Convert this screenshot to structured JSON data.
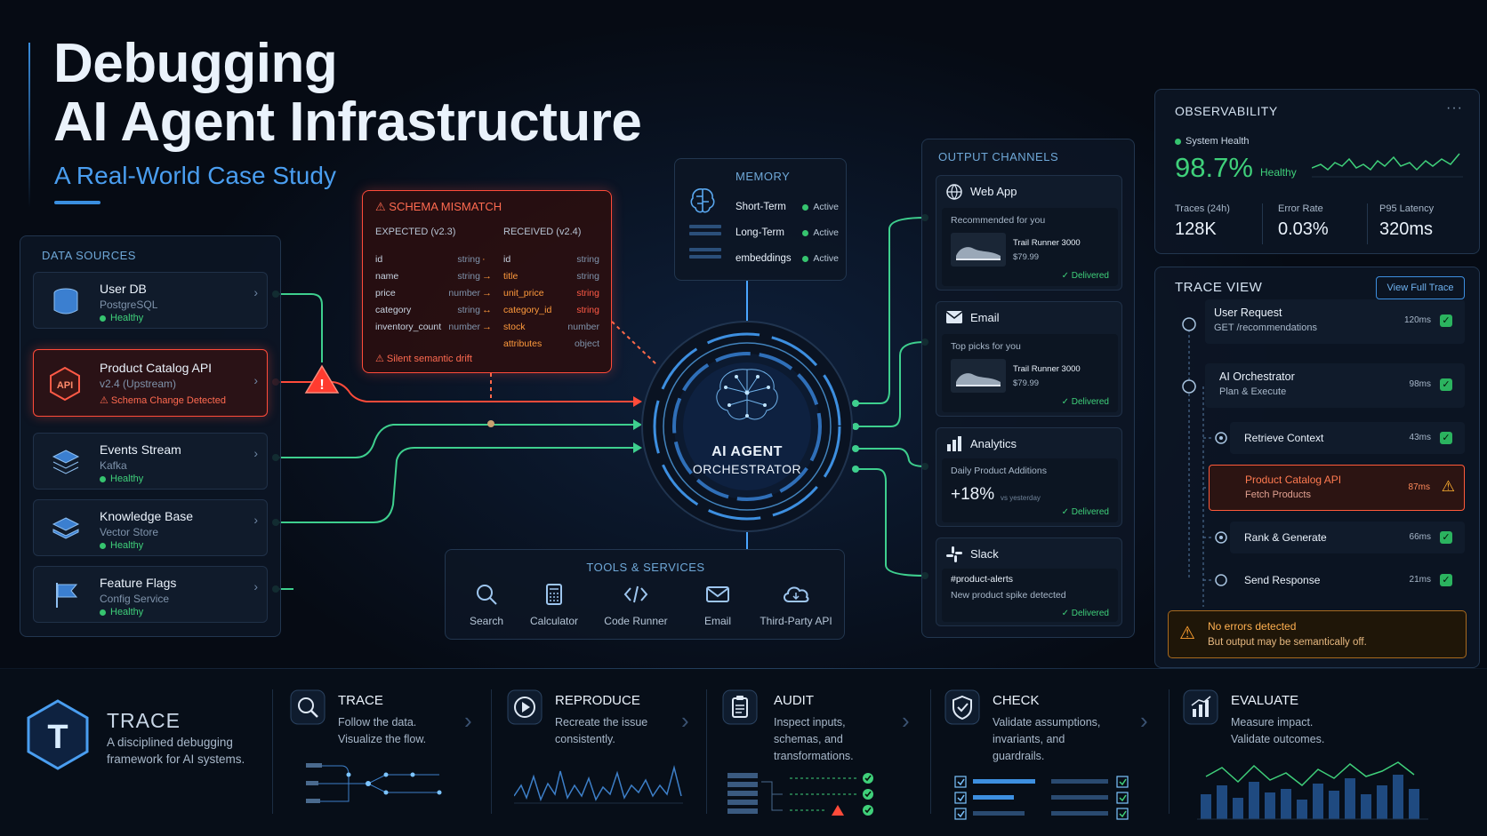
{
  "header": {
    "title_line1": "Debugging",
    "title_line2": "AI Agent Infrastructure",
    "subtitle": "A Real-World Case Study"
  },
  "data_sources": {
    "title": "DATA SOURCES",
    "items": [
      {
        "name": "User DB",
        "type": "PostgreSQL",
        "status": "Healthy"
      },
      {
        "name": "Product Catalog API",
        "type": "v2.4 (Upstream)",
        "status": "Schema Change Detected",
        "icon_label": "API"
      },
      {
        "name": "Events Stream",
        "type": "Kafka",
        "status": "Healthy"
      },
      {
        "name": "Knowledge Base",
        "type": "Vector Store",
        "status": "Healthy"
      },
      {
        "name": "Feature Flags",
        "type": "Config Service",
        "status": "Healthy"
      }
    ]
  },
  "schema": {
    "title": "SCHEMA MISMATCH",
    "expected_header": "EXPECTED (v2.3)",
    "received_header": "RECEIVED (v2.4)",
    "expected": [
      {
        "field": "id",
        "type": "string"
      },
      {
        "field": "name",
        "type": "string"
      },
      {
        "field": "price",
        "type": "number"
      },
      {
        "field": "category",
        "type": "string"
      },
      {
        "field": "inventory_count",
        "type": "number"
      }
    ],
    "received": [
      {
        "field": "id",
        "type": "string"
      },
      {
        "field": "title",
        "type": "string"
      },
      {
        "field": "unit_price",
        "type": "string"
      },
      {
        "field": "category_id",
        "type": "string"
      },
      {
        "field": "stock",
        "type": "number"
      },
      {
        "field": "attributes",
        "type": "object"
      }
    ],
    "footer": "Silent semantic drift"
  },
  "memory": {
    "title": "MEMORY",
    "items": [
      {
        "label": "Short-Term",
        "status": "Active"
      },
      {
        "label": "Long-Term",
        "status": "Active"
      },
      {
        "label": "embeddings",
        "status": "Active"
      }
    ]
  },
  "orchestrator": {
    "line1": "AI AGENT",
    "line2": "ORCHESTRATOR"
  },
  "tools": {
    "title": "TOOLS & SERVICES",
    "items": [
      {
        "label": "Search",
        "icon": "search-icon"
      },
      {
        "label": "Calculator",
        "icon": "calculator-icon"
      },
      {
        "label": "Code Runner",
        "icon": "code-icon"
      },
      {
        "label": "Email",
        "icon": "mail-icon"
      },
      {
        "label": "Third-Party API",
        "icon": "cloud-icon"
      }
    ]
  },
  "output": {
    "title": "OUTPUT CHANNELS",
    "web": {
      "name": "Web App",
      "sub": "Recommended for you",
      "product": "Trail Runner 3000",
      "price": "$79.99",
      "status": "Delivered"
    },
    "email": {
      "name": "Email",
      "sub": "Top picks for you",
      "product": "Trail Runner 3000",
      "price": "$79.99",
      "status": "Delivered"
    },
    "analytics": {
      "name": "Analytics",
      "sub": "Daily Product Additions",
      "value": "+18%",
      "note": "vs yesterday",
      "status": "Delivered"
    },
    "slack": {
      "name": "Slack",
      "channel": "#product-alerts",
      "message": "New product spike detected",
      "status": "Delivered"
    }
  },
  "observability": {
    "title": "OBSERVABILITY",
    "menu": "···",
    "health_label": "System Health",
    "health_value": "98.7%",
    "health_status": "Healthy",
    "metrics": [
      {
        "label": "Traces (24h)",
        "value": "128K"
      },
      {
        "label": "Error Rate",
        "value": "0.03%"
      },
      {
        "label": "P95 Latency",
        "value": "320ms"
      }
    ]
  },
  "trace_view": {
    "title": "TRACE VIEW",
    "button": "View Full Trace",
    "spans": [
      {
        "name": "User Request",
        "sub": "GET /recommendations",
        "time": "120ms",
        "state": "ok"
      },
      {
        "name": "AI Orchestrator",
        "sub": "Plan & Execute",
        "time": "98ms",
        "state": "ok"
      },
      {
        "name": "Retrieve Context",
        "sub": "",
        "time": "43ms",
        "state": "ok"
      },
      {
        "name": "Product Catalog API",
        "sub": "Fetch Products",
        "time": "87ms",
        "state": "warn"
      },
      {
        "name": "Rank & Generate",
        "sub": "",
        "time": "66ms",
        "state": "ok"
      },
      {
        "name": "Send Response",
        "sub": "",
        "time": "21ms",
        "state": "ok"
      }
    ],
    "alert_title": "No errors detected",
    "alert_sub": "But output may be semantically off."
  },
  "framework": {
    "logo_letter": "T",
    "title": "TRACE",
    "desc_line1": "A disciplined debugging",
    "desc_line2": "framework for AI systems.",
    "steps": [
      {
        "title": "TRACE",
        "lines": [
          "Follow the data.",
          "Visualize the flow."
        ],
        "icon": "magnifier-icon"
      },
      {
        "title": "REPRODUCE",
        "lines": [
          "Recreate the issue",
          "consistently."
        ],
        "icon": "play-icon"
      },
      {
        "title": "AUDIT",
        "lines": [
          "Inspect inputs,",
          "schemas, and",
          "transformations."
        ],
        "icon": "clipboard-icon"
      },
      {
        "title": "CHECK",
        "lines": [
          "Validate assumptions,",
          "invariants, and",
          "guardrails."
        ],
        "icon": "shield-check-icon"
      },
      {
        "title": "EVALUATE",
        "lines": [
          "Measure impact.",
          "Validate outcomes."
        ],
        "icon": "bar-chart-icon"
      }
    ]
  },
  "colors": {
    "accent": "#3d8fe0",
    "healthy": "#36c46f",
    "error": "#ff4b3a",
    "warning": "#ff9a3c"
  }
}
